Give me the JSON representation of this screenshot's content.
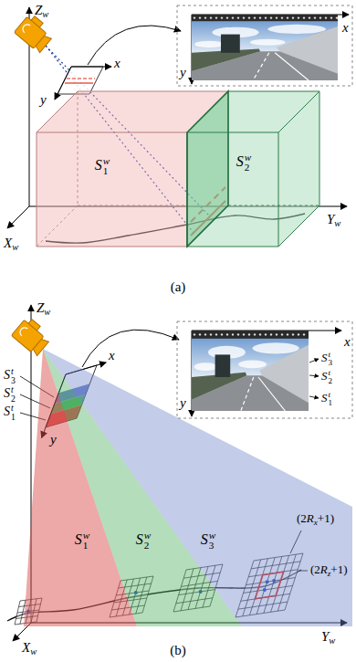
{
  "diagram": {
    "nodes": [
      {
        "text": [
          "S1w"
        ]
      },
      {
        "text": [
          "S2w"
        ]
      },
      {
        "text": [
          "S1w"
        ]
      },
      {
        "text": [
          "S2w"
        ]
      },
      {
        "text": [
          "S3w"
        ]
      }
    ],
    "labels": [
      "Zw",
      "x",
      "y",
      "x",
      "y",
      "Xw",
      "Yw",
      "(a)",
      "Zw",
      "S3t",
      "S2t",
      "S1t",
      "x",
      "y",
      "x",
      "y",
      "S3t",
      "S2t",
      "S1t",
      "Xw",
      "Yw",
      "(2Rx+1)",
      "(2Rz+1)",
      "(b)"
    ]
  }
}
